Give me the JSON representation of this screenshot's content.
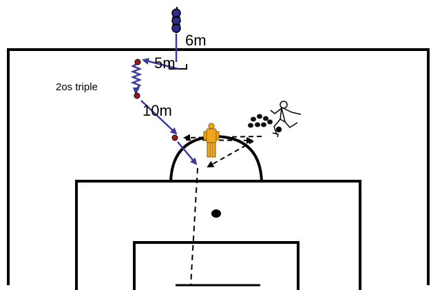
{
  "labels": {
    "distance_top": "6m",
    "distance_mid": "5m",
    "distance_run": "10m",
    "drill_name": "2os triple"
  },
  "icons": {
    "cones": "cone-stack-icon",
    "mannequin": "mannequin-icon",
    "player": "soccer-player-icon",
    "balls": "ball-pile-icon"
  },
  "colors": {
    "field_lines": "#000000",
    "run_path": "#3a3a9e",
    "cone_fill": "#2b2b8c",
    "marker_dot": "#a01818",
    "mannequin": "#f2a51c"
  }
}
